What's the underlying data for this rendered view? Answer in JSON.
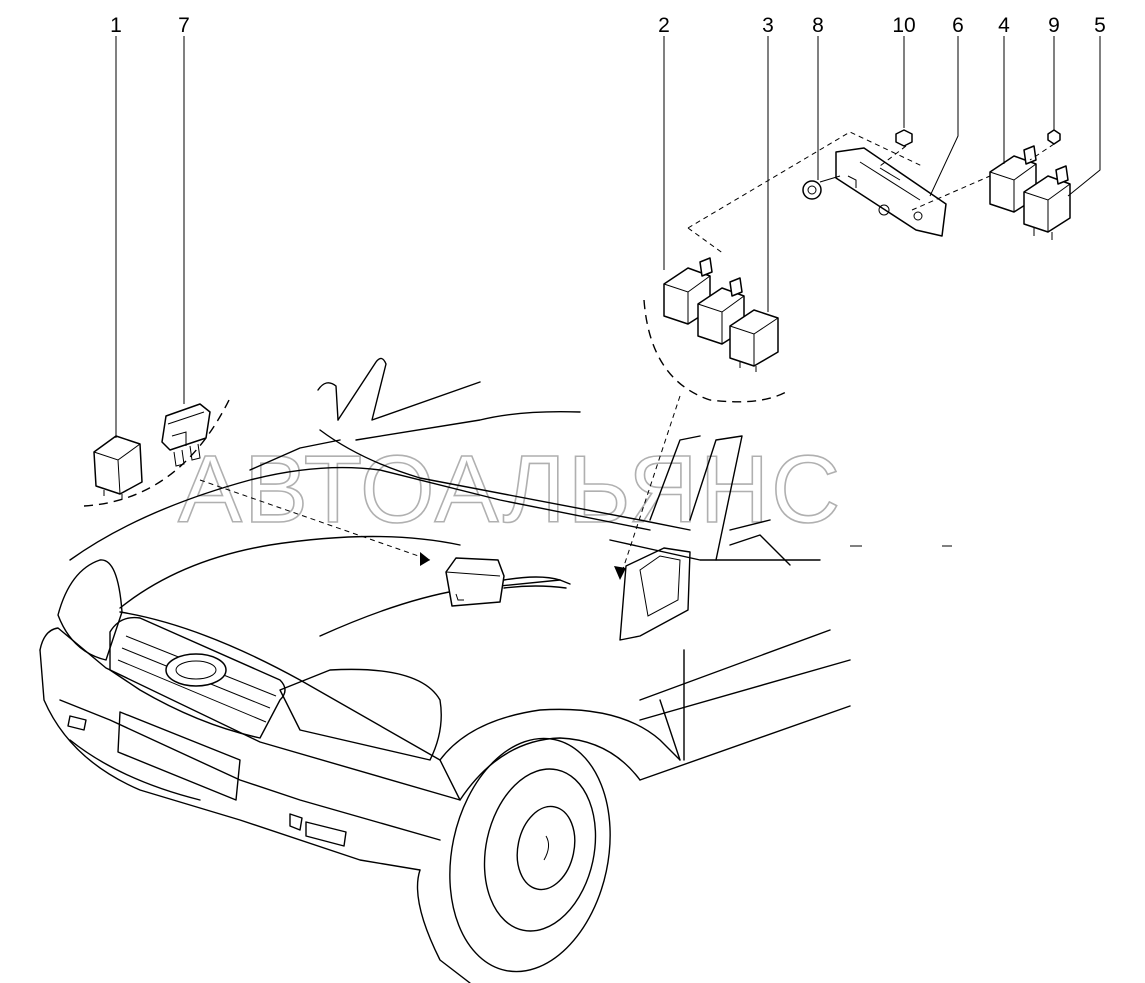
{
  "watermark": "АВТОАЛЬЯНС",
  "callouts": [
    {
      "id": "callout-1",
      "label": "1"
    },
    {
      "id": "callout-7",
      "label": "7"
    },
    {
      "id": "callout-2",
      "label": "2"
    },
    {
      "id": "callout-3",
      "label": "3"
    },
    {
      "id": "callout-8",
      "label": "8"
    },
    {
      "id": "callout-10",
      "label": "10"
    },
    {
      "id": "callout-6",
      "label": "6"
    },
    {
      "id": "callout-4",
      "label": "4"
    },
    {
      "id": "callout-9",
      "label": "9"
    },
    {
      "id": "callout-5",
      "label": "5"
    }
  ]
}
